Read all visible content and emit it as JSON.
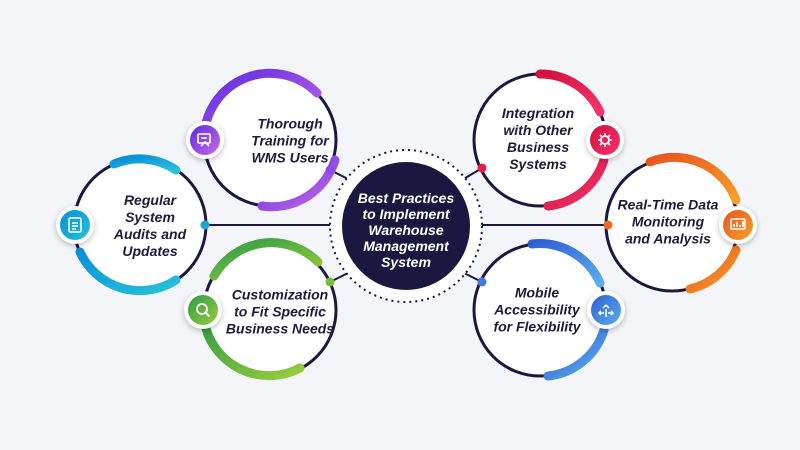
{
  "center": {
    "title": "Best Practices\nto Implement\nWarehouse\nManagement\nSystem",
    "color": "#1c1740"
  },
  "items": [
    {
      "label": "Thorough\nTraining for\nWMS Users",
      "icon": "training-icon",
      "color_start": "#5b2be0",
      "color_end": "#c86be6"
    },
    {
      "label": "Regular\nSystem\nAudits and\nUpdates",
      "icon": "checklist-icon",
      "color_start": "#0a8fd8",
      "color_end": "#27c1d8"
    },
    {
      "label": "Customization\nto Fit Specific\nBusiness Needs",
      "icon": "search-gear-icon",
      "color_start": "#2e9b47",
      "color_end": "#9acc3c"
    },
    {
      "label": "Integration\nwith Other\nBusiness\nSystems",
      "icon": "gear-arrow-icon",
      "color_start": "#d1133e",
      "color_end": "#f5336a"
    },
    {
      "label": "Real-Time Data\nMonitoring\nand Analysis",
      "icon": "chart-icon",
      "color_start": "#e8541d",
      "color_end": "#f7a12a"
    },
    {
      "label": "Mobile\nAccessibility\nfor Flexibility",
      "icon": "directions-icon",
      "color_start": "#2f5fd6",
      "color_end": "#5aaee8"
    }
  ]
}
